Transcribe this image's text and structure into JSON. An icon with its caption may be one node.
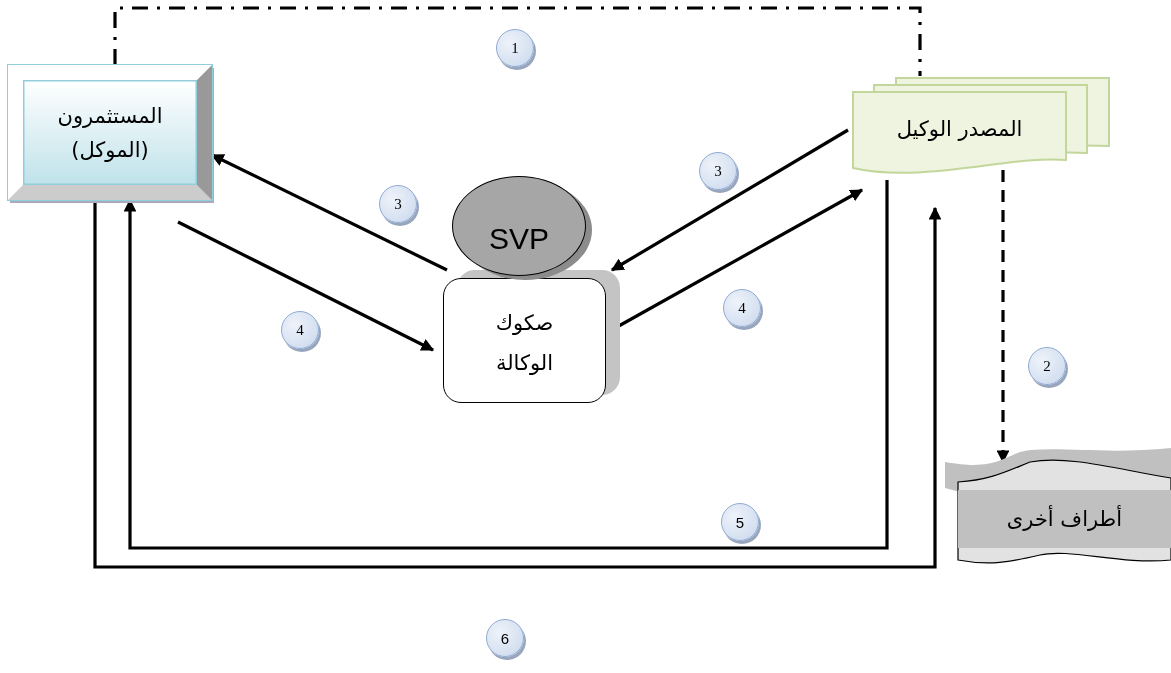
{
  "diagram": {
    "nodes": [
      {
        "text": [
          "المستثمرون (الموكل)"
        ]
      },
      {
        "text": [
          "المصدر الوكيل"
        ]
      },
      {
        "text": [
          "SVP"
        ]
      },
      {
        "text": [
          "صكوك الوكالة"
        ]
      },
      {
        "text": [
          "أطراف أخرى"
        ]
      }
    ],
    "edges": [
      {
        "from": 0,
        "to": 1,
        "arrow": "none",
        "style": "dashed",
        "label": "1"
      },
      {
        "from": 1,
        "to": 4,
        "arrow": "to",
        "style": "dashed",
        "label": "2"
      },
      {
        "from": 3,
        "to": 0,
        "arrow": "to",
        "label": "3"
      },
      {
        "from": 1,
        "to": 3,
        "arrow": "to",
        "label": "3"
      },
      {
        "from": 0,
        "to": 3,
        "arrow": "to",
        "label": "4"
      },
      {
        "from": 3,
        "to": 1,
        "arrow": "to",
        "label": "4"
      },
      {
        "from": 1,
        "to": 0,
        "arrow": "to",
        "label": "5"
      },
      {
        "from": 0,
        "to": 1,
        "arrow": "to",
        "label": "6"
      }
    ]
  }
}
